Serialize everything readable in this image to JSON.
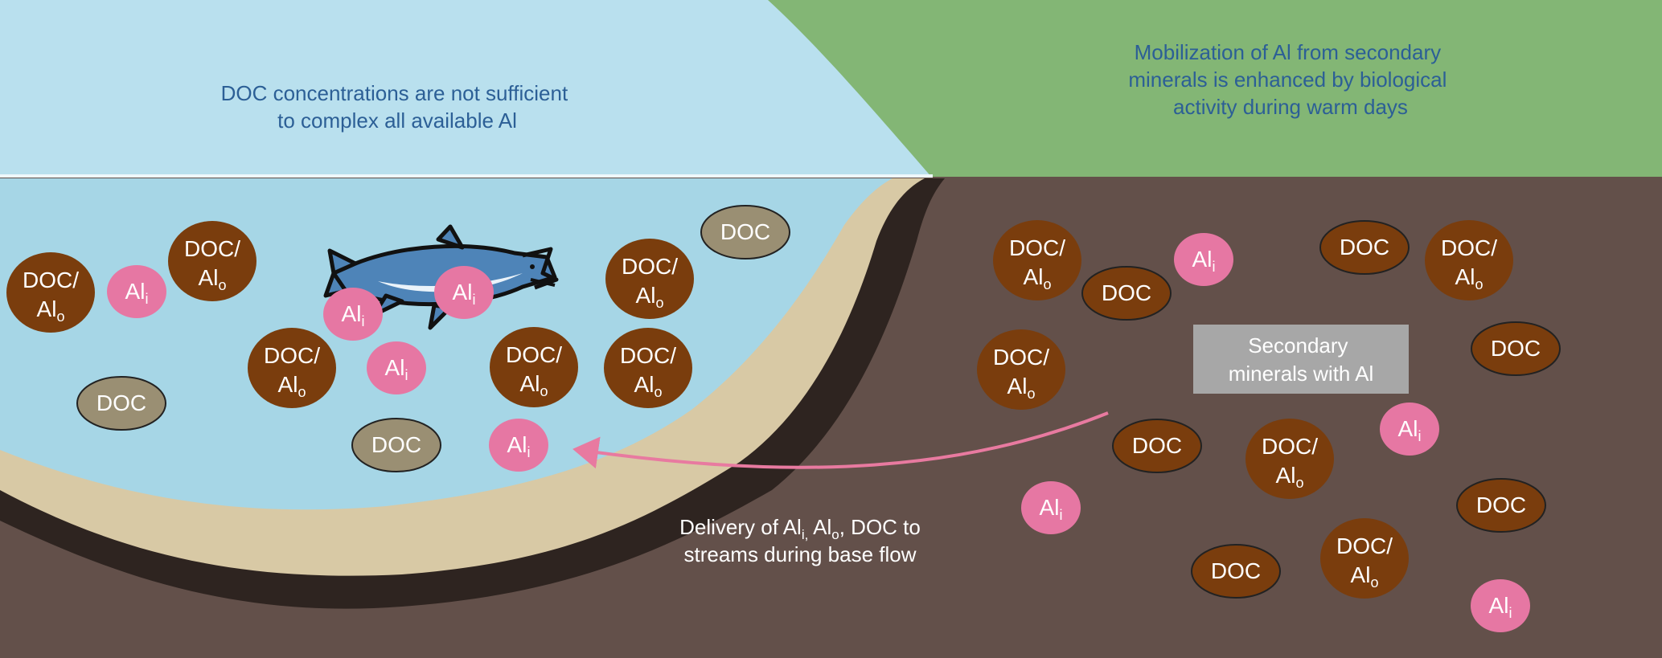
{
  "colors": {
    "sky": "#b9e0ee",
    "grass": "#83b675",
    "water": "#a6d6e6",
    "soil": "#63504a",
    "sand": "#d8c9a5",
    "shadow": "#2e2420",
    "doc_al_complex": "#7a3d0d",
    "doc_water": "#9a8f73",
    "doc_soil": "#7a3d0d",
    "al_inorganic": "#e677a3",
    "arrow": "#e87aa0",
    "caption_blue": "#2c5f96",
    "mineral_box": "#a7a7a7"
  },
  "captions": {
    "stream_note": [
      "DOC concentrations are not sufficient",
      "to complex all available Al"
    ],
    "soil_note": [
      "Mobilization of Al  from secondary",
      "minerals is enhanced by biological",
      "activity during warm days"
    ],
    "delivery_line1_parts": [
      "Delivery of Al",
      "i,",
      " Al",
      "o",
      ", DOC to"
    ],
    "delivery_line2": "streams during base flow"
  },
  "minerals_box": {
    "lines": [
      "Secondary",
      "minerals with Al"
    ]
  },
  "labels": {
    "doc": "DOC",
    "doc_slash": "DOC/",
    "al": "Al",
    "sub_o": "o",
    "sub_i": "i"
  },
  "icons": {
    "fish": "fish-icon",
    "arrow": "delivery-arrow"
  }
}
